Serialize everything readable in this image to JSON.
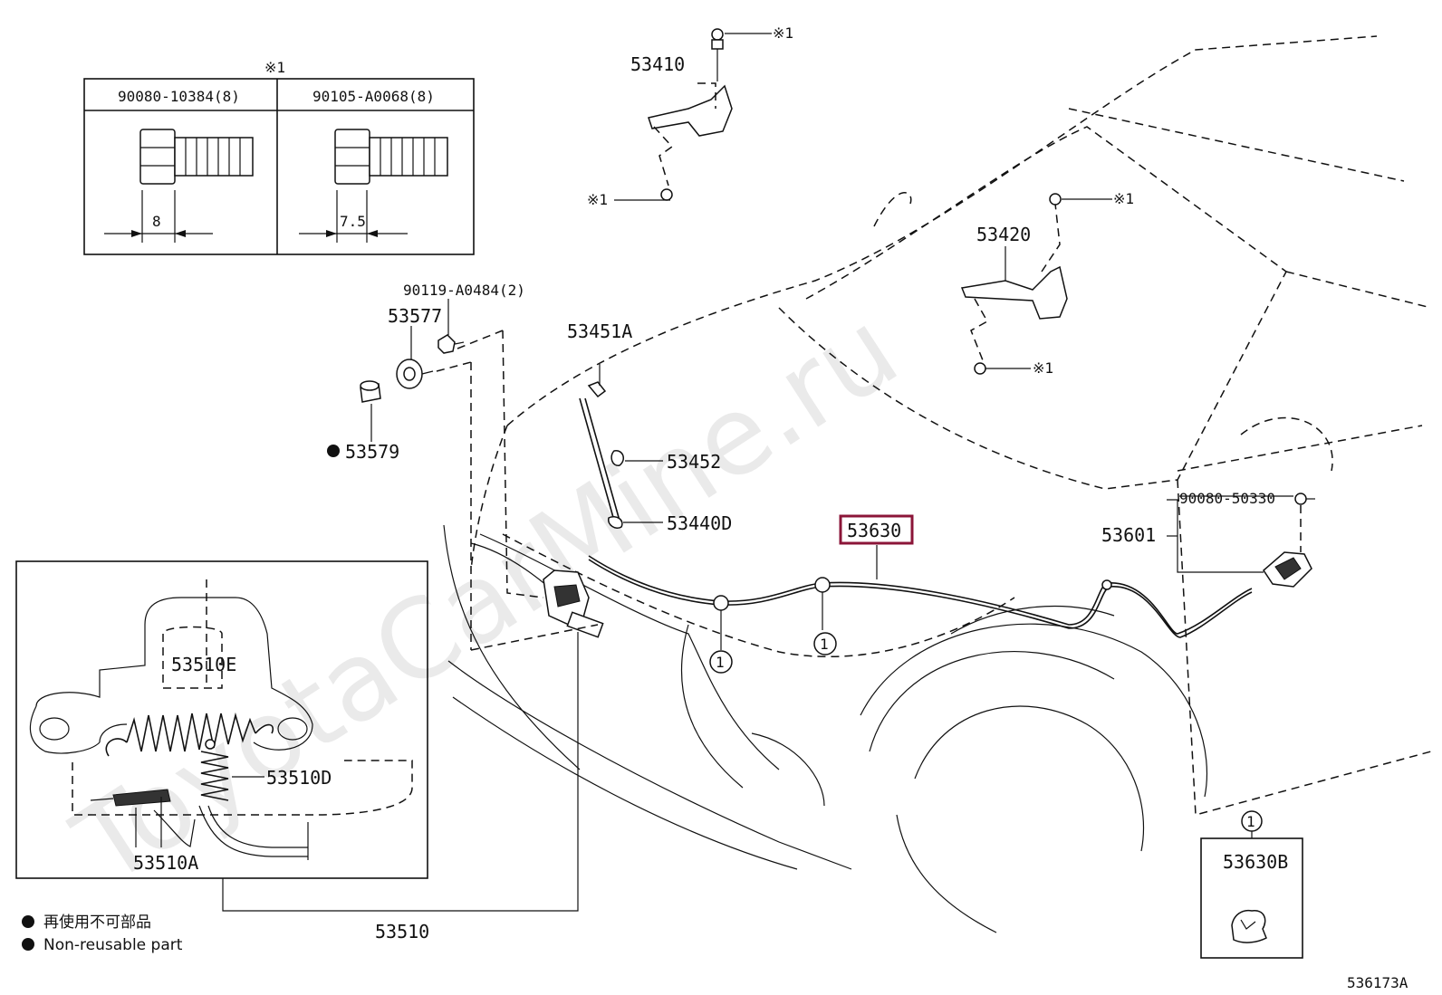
{
  "watermark": "ToyotaCarMine.ru",
  "figure_code": "536173A",
  "bolt_table": {
    "note_mark": "※1",
    "col1": {
      "part": "90080-10384(8)",
      "dim": "8"
    },
    "col2": {
      "part": "90105-A0068(8)",
      "dim": "7.5"
    }
  },
  "labels": {
    "p53410": "53410",
    "p53420": "53420",
    "p53451a": "53451A",
    "p53452": "53452",
    "p53440d": "53440D",
    "p53630": "53630",
    "p53601": "53601",
    "p90080_50330": "90080-50330",
    "p90119": "90119-A0484(2)",
    "p53577": "53577",
    "p53579": "53579",
    "p53510e": "53510E",
    "p53510d": "53510D",
    "p53510a": "53510A",
    "p53510": "53510",
    "p53630b": "53630B",
    "note1": "※1",
    "ref1": "1"
  },
  "legend": {
    "line1": "再使用不可部品",
    "line2": "Non-reusable part"
  },
  "colors": {
    "highlight": "#8b1538",
    "line": "#111111",
    "watermark": "#d9d9d9"
  }
}
